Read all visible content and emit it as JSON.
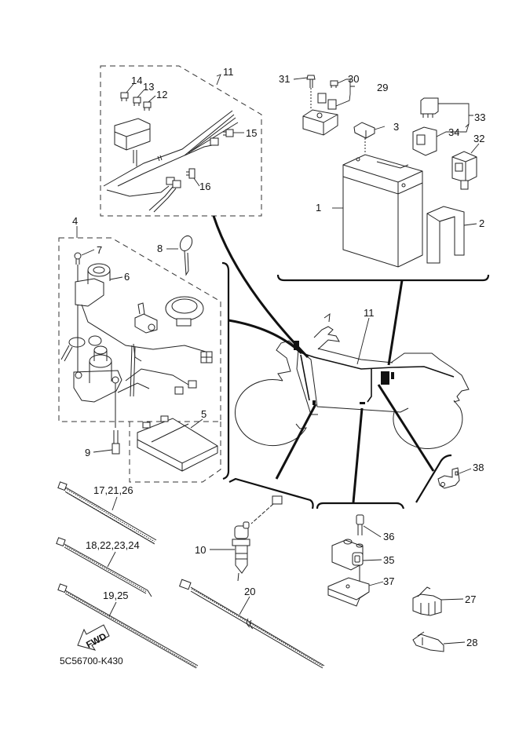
{
  "diagram": {
    "title_code": "5C56700-K430",
    "direction_arrow": "FWD",
    "callouts": {
      "p1": "1",
      "p2": "2",
      "p3": "3",
      "p4": "4",
      "p5": "5",
      "p6": "6",
      "p7": "7",
      "p8": "8",
      "p9": "9",
      "p10": "10",
      "p11_top": "11",
      "p11_bike": "11",
      "p12": "12",
      "p13": "13",
      "p14": "14",
      "p15": "15",
      "p16": "16",
      "p17_21_26": "17,21,26",
      "p18_22_23_24": "18,22,23,24",
      "p19_25": "19,25",
      "p20": "20",
      "p27": "27",
      "p28": "28",
      "p29": "29",
      "p30": "30",
      "p31": "31",
      "p32": "32",
      "p33": "33",
      "p34": "34",
      "p35": "35",
      "p36": "36",
      "p37": "37",
      "p38": "38"
    },
    "groups": [
      {
        "name": "wire-harness-group",
        "parts": [
          "11",
          "12",
          "13",
          "14",
          "15",
          "16"
        ]
      },
      {
        "name": "battery-relay-group",
        "parts": [
          "1",
          "2",
          "3",
          "29",
          "30",
          "31",
          "32",
          "33",
          "34"
        ]
      },
      {
        "name": "main-switch-group",
        "parts": [
          "4",
          "5",
          "6",
          "7",
          "8",
          "9"
        ]
      },
      {
        "name": "sensor-bracket-group",
        "parts": [
          "35",
          "36",
          "37"
        ]
      },
      {
        "name": "bracket-group",
        "parts": [
          "38"
        ]
      },
      {
        "name": "cable-ties",
        "parts": [
          "17",
          "18",
          "19",
          "20",
          "21",
          "22",
          "23",
          "24",
          "25",
          "26"
        ]
      },
      {
        "name": "clamps",
        "parts": [
          "27",
          "28"
        ]
      }
    ]
  }
}
